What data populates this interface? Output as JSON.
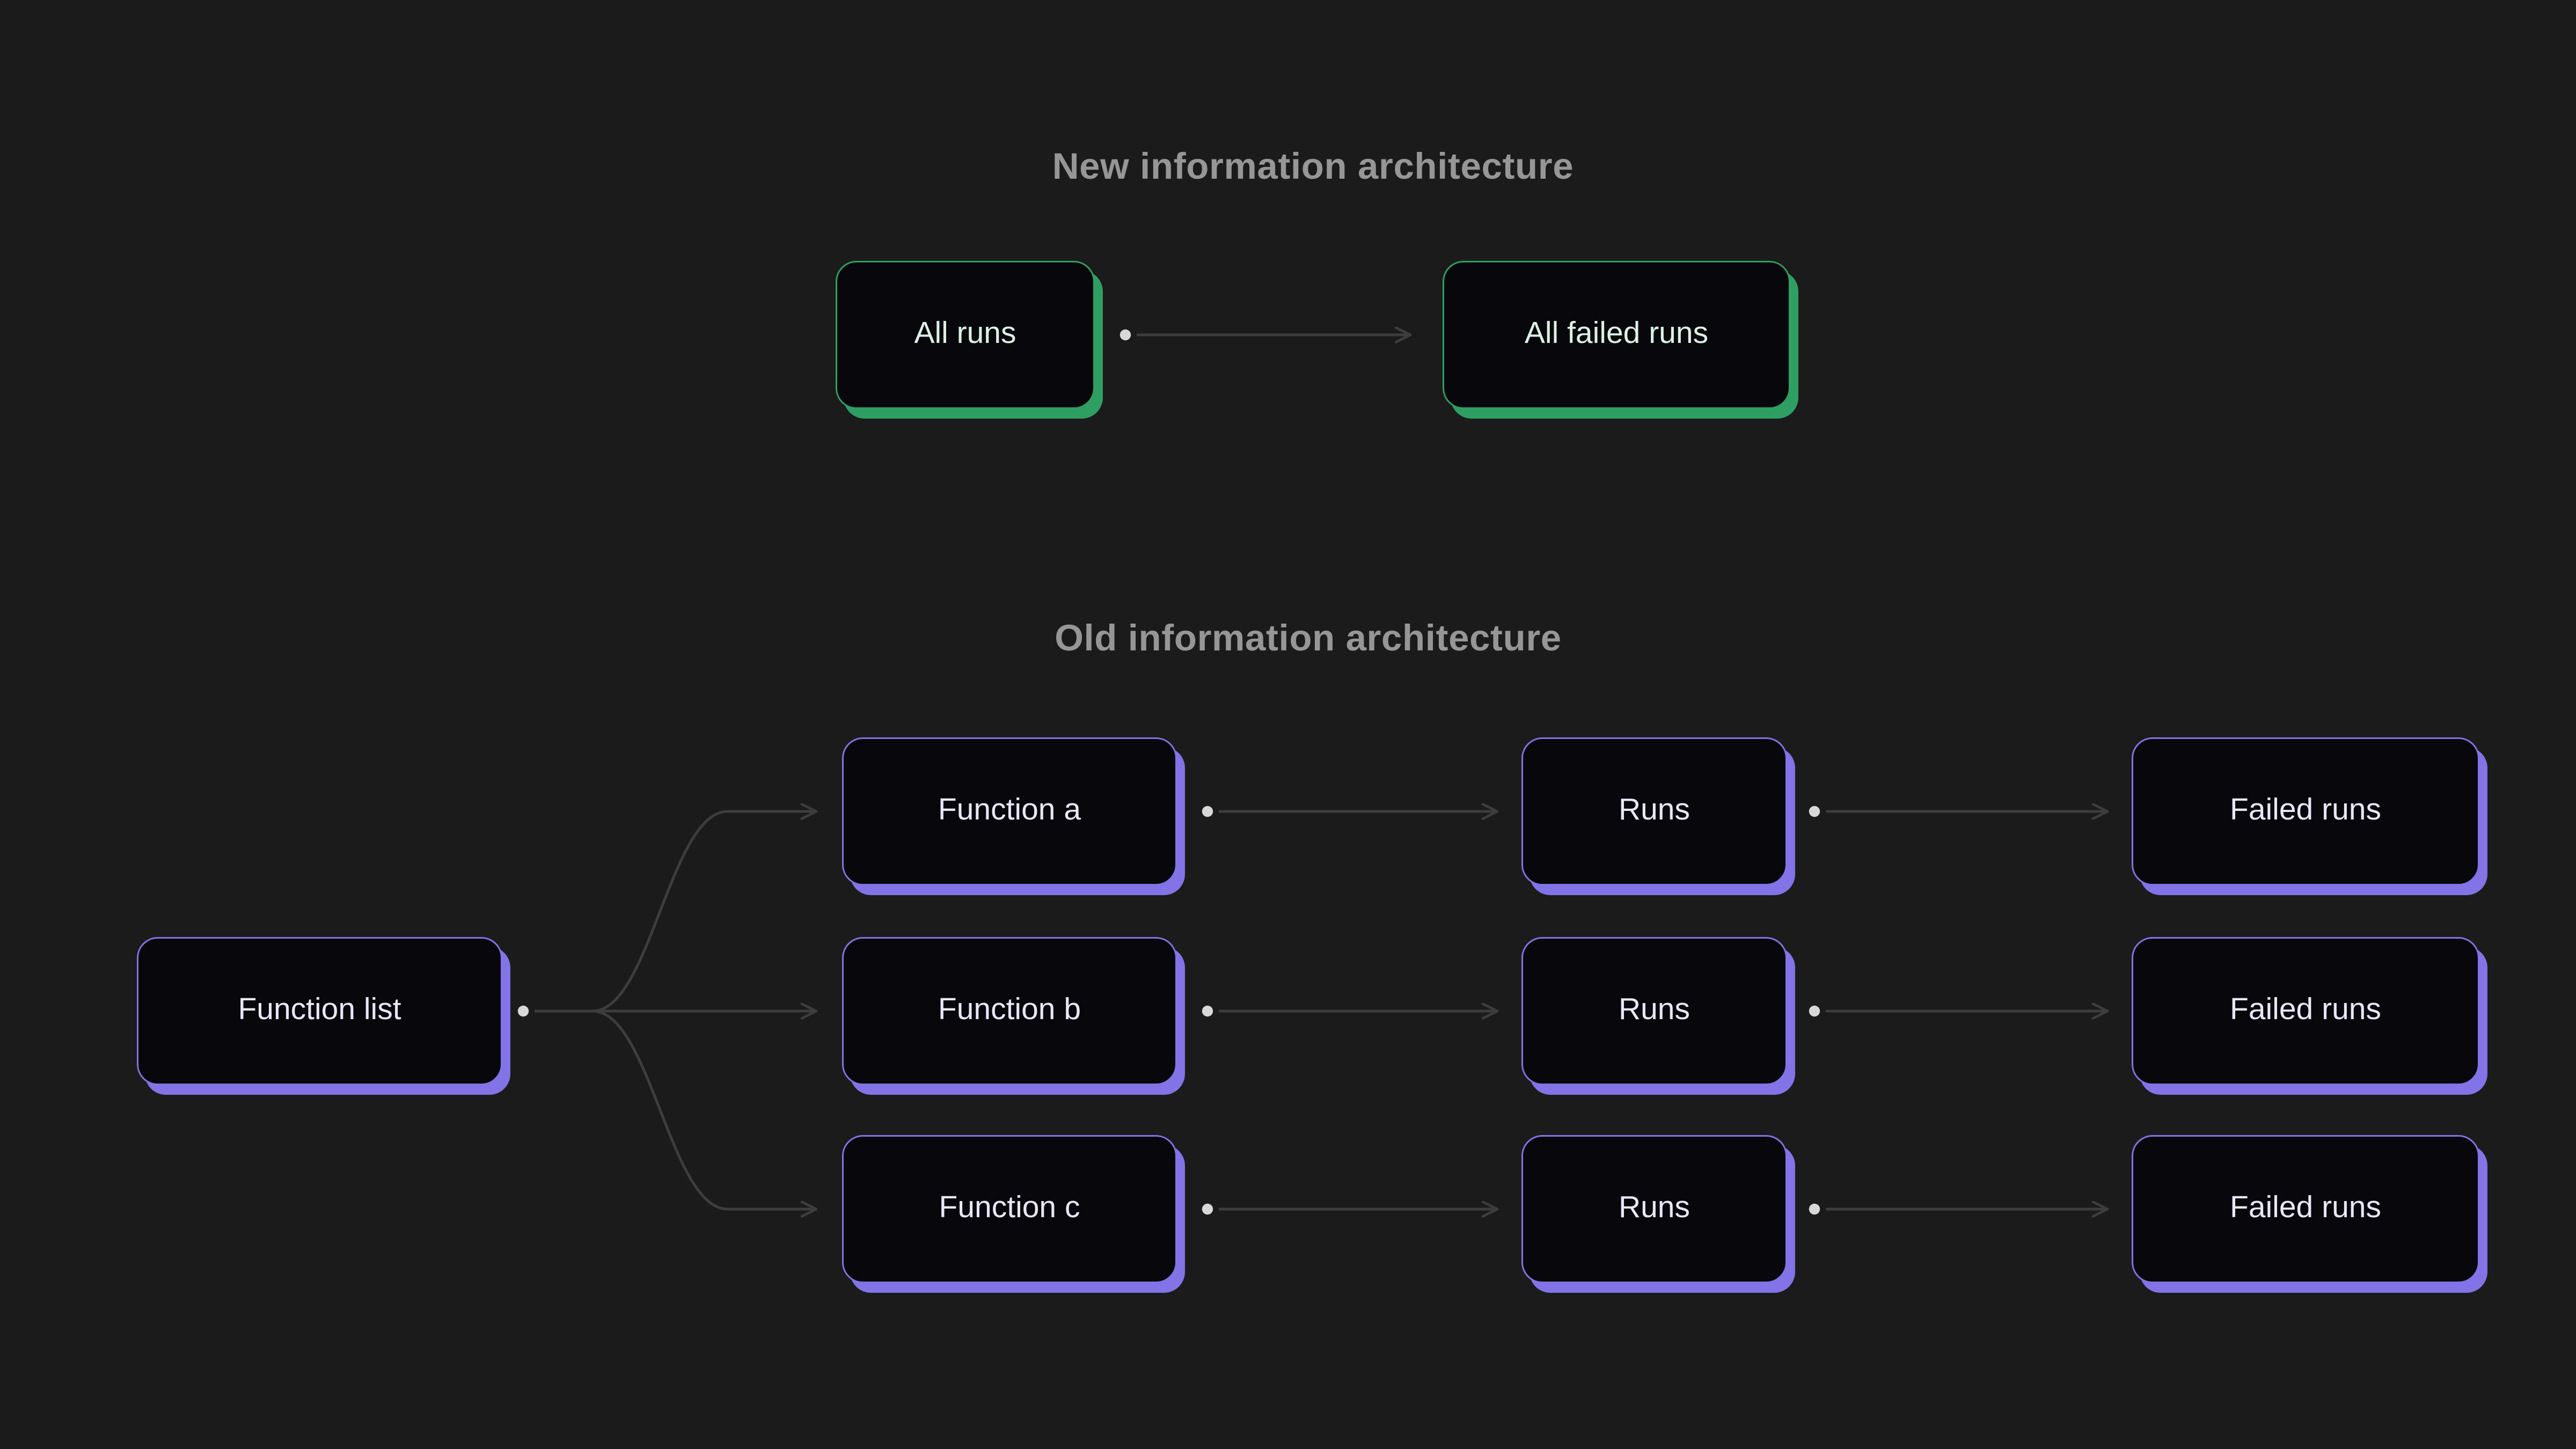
{
  "theme": {
    "page_bg": "#1b1b1b",
    "node_bg": "#08080c",
    "green_accent": "#2f9e63",
    "purple_accent": "#8273e6",
    "green_text": "#ddf1e5",
    "purple_text": "#e9e7f8",
    "title_color": "#969696",
    "line_color": "#3d3d3d",
    "dot_color": "#d8d8d8"
  },
  "new_architecture": {
    "title": "New information architecture",
    "nodes": {
      "all_runs": "All runs",
      "all_failed_runs": "All failed runs"
    }
  },
  "old_architecture": {
    "title": "Old information architecture",
    "function_list": "Function list",
    "rows": [
      {
        "function": "Function a",
        "runs": "Runs",
        "failed_runs": "Failed runs"
      },
      {
        "function": "Function b",
        "runs": "Runs",
        "failed_runs": "Failed runs"
      },
      {
        "function": "Function c",
        "runs": "Runs",
        "failed_runs": "Failed runs"
      }
    ]
  }
}
